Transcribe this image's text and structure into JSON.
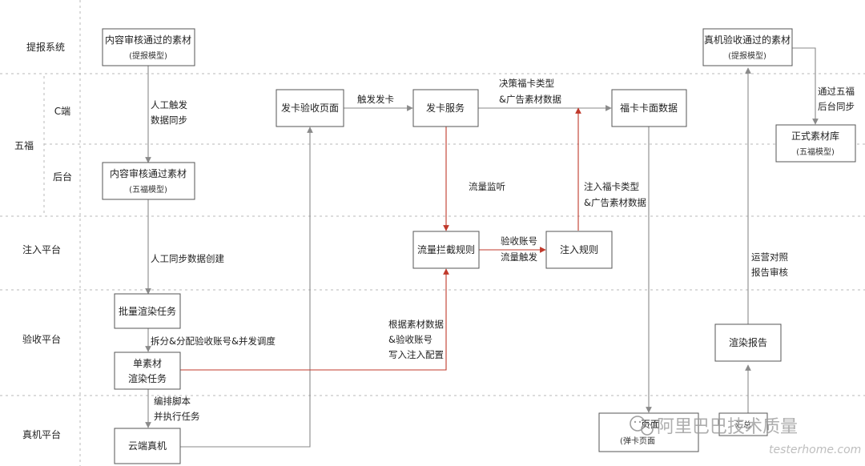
{
  "lanes": {
    "tibao": "提报系统",
    "wufu": "五福",
    "c_end": "C端",
    "backend": "后台",
    "inject_platform": "注入平台",
    "verify_platform": "验收平台",
    "device_platform": "真机平台"
  },
  "nodes": {
    "audit_material": {
      "title": "内容审核通过的素材",
      "sub": "(提报模型)"
    },
    "audit_material_wufu": {
      "title": "内容审核通过素材",
      "sub": "(五福模型)"
    },
    "verify_page": {
      "title": "发卡验收页面"
    },
    "card_service": {
      "title": "发卡服务"
    },
    "card_face_data": {
      "title": "福卡卡面数据"
    },
    "device_verified": {
      "title": "真机验收通过的素材",
      "sub": "(提报模型)"
    },
    "formal_library": {
      "title": "正式素材库",
      "sub": "(五福模型)"
    },
    "traffic_rule": {
      "title": "流量拦截规则"
    },
    "inject_rule": {
      "title": "注入规则"
    },
    "batch_task": {
      "title": "批量渲染任务"
    },
    "single_task": {
      "title": "单素材",
      "title2": "渲染任务"
    },
    "render_report": {
      "title": "渲染报告"
    },
    "cloud_device": {
      "title": "云端真机"
    },
    "popup_page": {
      "title": "页面",
      "sub": "(弹卡页面"
    }
  },
  "edges": {
    "manual_trigger": {
      "line1": "人工触发",
      "line2": "数据同步"
    },
    "manual_sync": {
      "line1": "人工同步数据创建"
    },
    "split_assign": {
      "line1": "拆分&分配验收账号&并发调度"
    },
    "script_exec": {
      "line1": "编排脚本",
      "line2": "并执行任务"
    },
    "trigger_card": {
      "line1": "触发发卡"
    },
    "decide_type": {
      "line1": "决策福卡类型",
      "line2": "&广告素材数据"
    },
    "traffic_listen": {
      "line1": "流量监听"
    },
    "inject_type": {
      "line1": "注入福卡类型",
      "line2": "&广告素材数据"
    },
    "verify_account": {
      "line1": "验收账号",
      "line2": "流量触发"
    },
    "write_config": {
      "line1": "根据素材数据",
      "line2": "&验收账号",
      "line3": "写入注入配置"
    },
    "ops_review": {
      "line1": "运营对照",
      "line2": "报告审核"
    },
    "wufu_sync": {
      "line1": "通过五福",
      "line2": "后台同步"
    }
  },
  "watermark": {
    "brand": "阿里巴巴技术质量",
    "site": "testerhome.com",
    "partial": "汇总"
  }
}
